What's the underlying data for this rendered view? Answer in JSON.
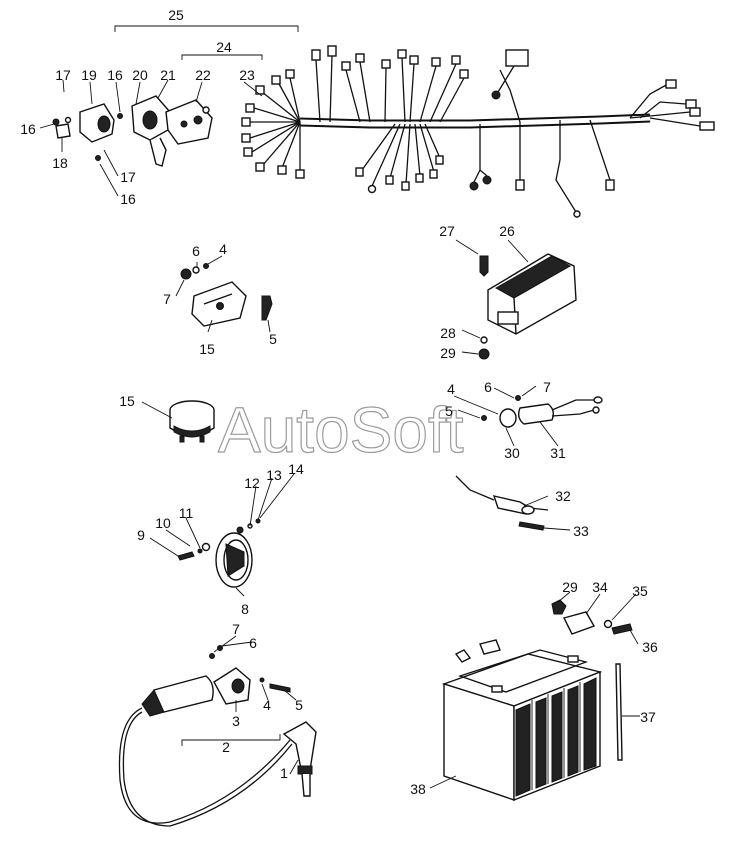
{
  "watermark": "AutoSoft",
  "callouts": [
    {
      "id": "c-25",
      "text": "25"
    },
    {
      "id": "c-24",
      "text": "24"
    },
    {
      "id": "c-17a",
      "text": "17"
    },
    {
      "id": "c-19",
      "text": "19"
    },
    {
      "id": "c-16a",
      "text": "16"
    },
    {
      "id": "c-20",
      "text": "20"
    },
    {
      "id": "c-21",
      "text": "21"
    },
    {
      "id": "c-22",
      "text": "22"
    },
    {
      "id": "c-23",
      "text": "23"
    },
    {
      "id": "c-16b",
      "text": "16"
    },
    {
      "id": "c-18",
      "text": "18"
    },
    {
      "id": "c-17b",
      "text": "17"
    },
    {
      "id": "c-16c",
      "text": "16"
    },
    {
      "id": "c-6a",
      "text": "6"
    },
    {
      "id": "c-4a",
      "text": "4"
    },
    {
      "id": "c-7a",
      "text": "7"
    },
    {
      "id": "c-15a",
      "text": "15"
    },
    {
      "id": "c-5a",
      "text": "5"
    },
    {
      "id": "c-27",
      "text": "27"
    },
    {
      "id": "c-26",
      "text": "26"
    },
    {
      "id": "c-28",
      "text": "28"
    },
    {
      "id": "c-29a",
      "text": "29"
    },
    {
      "id": "c-15b",
      "text": "15"
    },
    {
      "id": "c-4b",
      "text": "4"
    },
    {
      "id": "c-6b",
      "text": "6"
    },
    {
      "id": "c-7b",
      "text": "7"
    },
    {
      "id": "c-5b",
      "text": "5"
    },
    {
      "id": "c-30",
      "text": "30"
    },
    {
      "id": "c-31",
      "text": "31"
    },
    {
      "id": "c-12",
      "text": "12"
    },
    {
      "id": "c-13",
      "text": "13"
    },
    {
      "id": "c-14",
      "text": "14"
    },
    {
      "id": "c-10",
      "text": "10"
    },
    {
      "id": "c-11",
      "text": "11"
    },
    {
      "id": "c-9",
      "text": "9"
    },
    {
      "id": "c-8",
      "text": "8"
    },
    {
      "id": "c-32",
      "text": "32"
    },
    {
      "id": "c-33",
      "text": "33"
    },
    {
      "id": "c-29b",
      "text": "29"
    },
    {
      "id": "c-34",
      "text": "34"
    },
    {
      "id": "c-35",
      "text": "35"
    },
    {
      "id": "c-36",
      "text": "36"
    },
    {
      "id": "c-37",
      "text": "37"
    },
    {
      "id": "c-38",
      "text": "38"
    },
    {
      "id": "c-7c",
      "text": "7"
    },
    {
      "id": "c-6c",
      "text": "6"
    },
    {
      "id": "c-4c",
      "text": "4"
    },
    {
      "id": "c-5c",
      "text": "5"
    },
    {
      "id": "c-3",
      "text": "3"
    },
    {
      "id": "c-2",
      "text": "2"
    },
    {
      "id": "c-1",
      "text": "1"
    }
  ]
}
